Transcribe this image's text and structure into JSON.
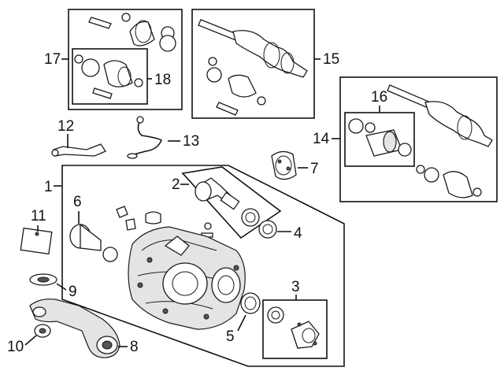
{
  "diagram": {
    "callouts": {
      "c1": "1",
      "c2": "2",
      "c3": "3",
      "c4": "4",
      "c5": "5",
      "c6": "6",
      "c7": "7",
      "c8": "8",
      "c9": "9",
      "c10": "10",
      "c11": "11",
      "c12": "12",
      "c13": "13",
      "c14": "14",
      "c15": "15",
      "c16": "16",
      "c17": "17",
      "c18": "18"
    },
    "colors": {
      "line": "#111111",
      "background": "#ffffff"
    }
  }
}
